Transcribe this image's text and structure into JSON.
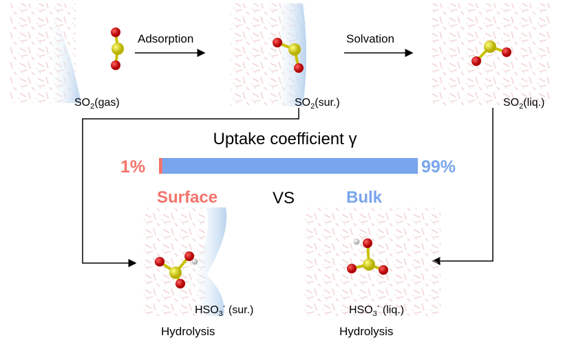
{
  "steps": {
    "gas_label": "SO",
    "gas_sub": "2",
    "gas_suffix": "(gas)",
    "sur_label": "SO",
    "sur_sub": "2",
    "sur_suffix": "(sur.)",
    "liq_label": "SO",
    "liq_sub": "2",
    "liq_suffix": "(liq.)",
    "adsorption": "Adsorption",
    "solvation": "Solvation"
  },
  "uptake": {
    "title": "Uptake coefficient γ",
    "surface_percent": "1%",
    "bulk_percent": "99%",
    "surface_fraction": 0.01,
    "surface_label": "Surface",
    "vs_label": "VS",
    "bulk_label": "Bulk"
  },
  "products": {
    "sur_label": "HSO",
    "sur_sub": "3",
    "sur_sup": "-",
    "sur_suffix": " (sur.)",
    "liq_label": "HSO",
    "liq_sub": "3",
    "liq_sup": "-",
    "liq_suffix": " (liq.)",
    "hydrolysis_left": "Hydrolysis",
    "hydrolysis_right": "Hydrolysis"
  },
  "colors": {
    "surface": "#f4736b",
    "bulk": "#78a5ec",
    "oxygen": "#d81010",
    "sulfur": "#e6e000",
    "hydrogen": "#f0f0f0"
  }
}
